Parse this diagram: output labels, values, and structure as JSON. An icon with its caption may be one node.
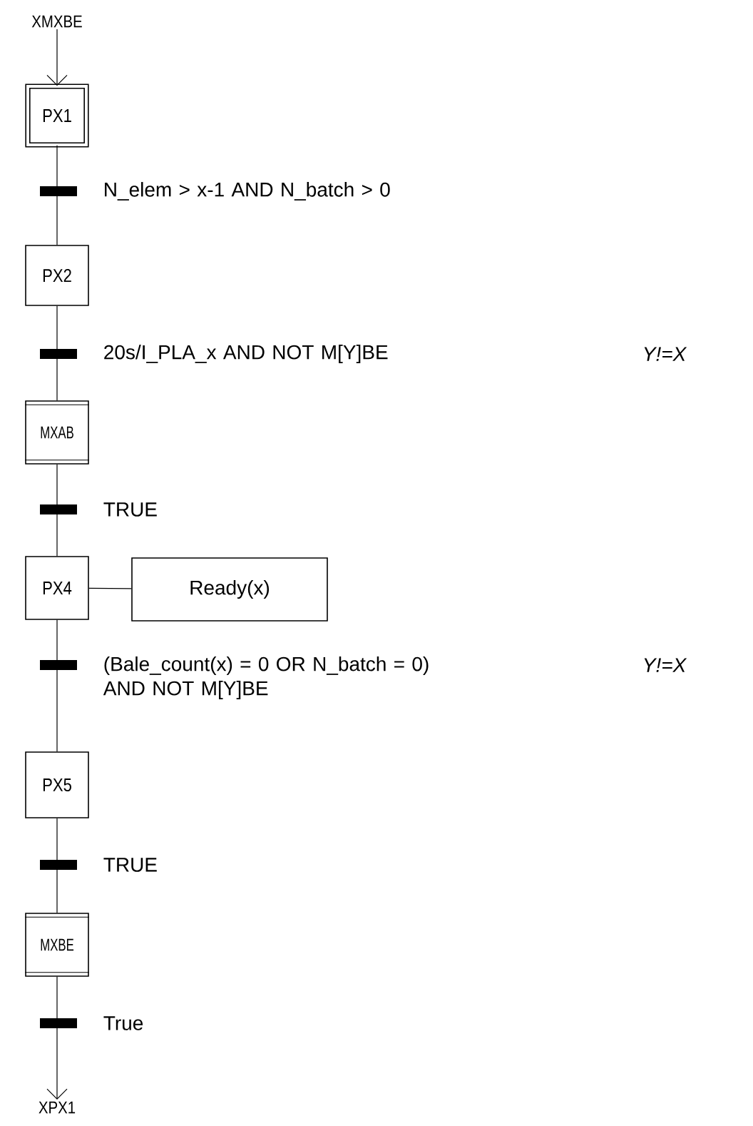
{
  "diagram": {
    "nodes": [
      {
        "text": [
          "XMXBE"
        ]
      },
      {
        "text": [
          "PX1"
        ]
      },
      {
        "text": [
          "PX2"
        ]
      },
      {
        "text": [
          "MXAB"
        ]
      },
      {
        "text": [
          "PX4"
        ]
      },
      {
        "text": [
          "Ready(x)"
        ]
      },
      {
        "text": [
          "PX5"
        ]
      },
      {
        "text": [
          "MXBE"
        ]
      },
      {
        "text": [
          "XPX1"
        ]
      }
    ],
    "edges": [
      {
        "from": 0,
        "to": 1,
        "arrow": "to"
      },
      {
        "from": 1,
        "to": 2,
        "arrow": "none",
        "label": "N_elem > x-1 AND N_batch > 0"
      },
      {
        "from": 2,
        "to": 3,
        "arrow": "none",
        "label": "20s/I_PLA_x AND NOT M[Y]BE"
      },
      {
        "from": 3,
        "to": 4,
        "arrow": "none",
        "label": "TRUE"
      },
      {
        "from": 4,
        "to": 5,
        "arrow": "none"
      },
      {
        "from": 4,
        "to": 6,
        "arrow": "none",
        "label": "(Bale_count(x) = 0 OR N_batch = 0) AND NOT M[Y]BE"
      },
      {
        "from": 6,
        "to": 7,
        "arrow": "none",
        "label": "TRUE"
      },
      {
        "from": 7,
        "to": 8,
        "arrow": "to",
        "label": "True"
      }
    ],
    "labels": [
      "Y!=X",
      "Y!=X"
    ]
  }
}
